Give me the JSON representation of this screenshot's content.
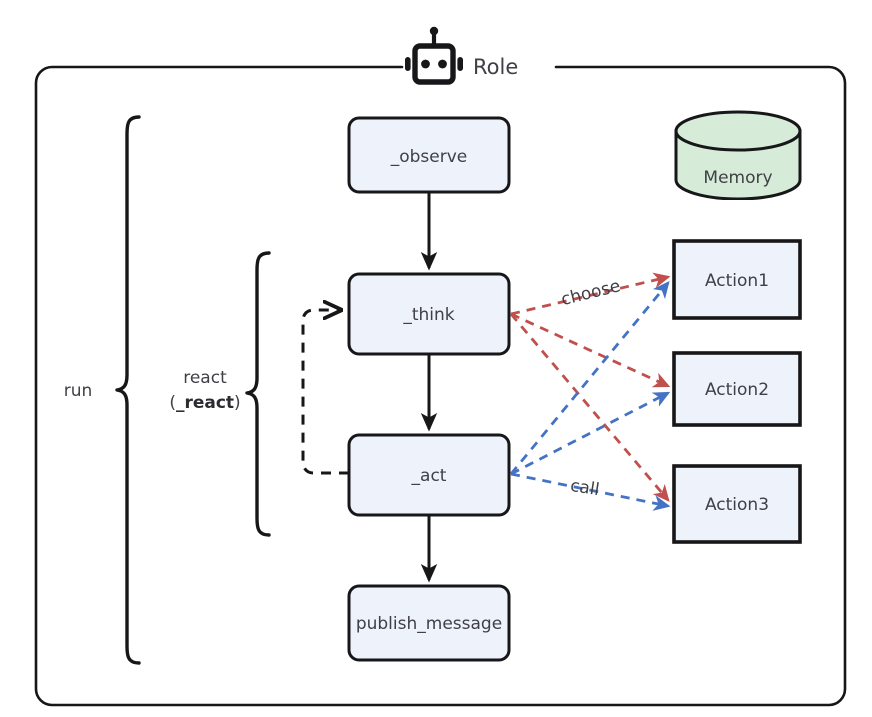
{
  "frame": {
    "title": "Role",
    "icon": "robot-icon",
    "border_color": "#17171a"
  },
  "colors": {
    "node_fill": "#eef2fb",
    "node_stroke": "#17171a",
    "memory_fill": "#d6ecd8",
    "memory_stroke": "#17171a",
    "flow_arrow": "#17171a",
    "loop_arrow": "#17171a",
    "choose_red": "#c0504d",
    "call_blue": "#4472c4",
    "text": "#3f3f46",
    "background": "#ffffff"
  },
  "pipeline": {
    "nodes": [
      {
        "id": "observe",
        "label": "_observe",
        "shape": "rounded-rect"
      },
      {
        "id": "think",
        "label": "_think",
        "shape": "rounded-rect"
      },
      {
        "id": "act",
        "label": "_act",
        "shape": "rounded-rect"
      },
      {
        "id": "publish",
        "label": "publish_message",
        "shape": "rounded-rect"
      }
    ],
    "flow_edges": [
      {
        "from": "observe",
        "to": "think",
        "style": "solid",
        "color": "#17171a"
      },
      {
        "from": "think",
        "to": "act",
        "style": "solid",
        "color": "#17171a"
      },
      {
        "from": "act",
        "to": "publish",
        "style": "solid",
        "color": "#17171a"
      }
    ],
    "loop_edge": {
      "from": "act",
      "to": "think",
      "style": "dashed",
      "color": "#17171a"
    }
  },
  "braces": [
    {
      "id": "run",
      "label": "run",
      "label_bold": "",
      "scope": "observe..publish"
    },
    {
      "id": "react",
      "label": "react",
      "label_paren_open": "(",
      "label_bold": "_react",
      "label_paren_close": ")",
      "scope": "think..act"
    }
  ],
  "memory": {
    "label": "Memory",
    "shape": "cylinder"
  },
  "actions": [
    {
      "id": "action1",
      "label": "Action1",
      "shape": "rect"
    },
    {
      "id": "action2",
      "label": "Action2",
      "shape": "rect"
    },
    {
      "id": "action3",
      "label": "Action3",
      "shape": "rect"
    }
  ],
  "action_edges": [
    {
      "id": "choose",
      "label": "choose",
      "from": "think",
      "to": [
        "action1",
        "action2",
        "action3"
      ],
      "style": "dashed",
      "color": "#c0504d"
    },
    {
      "id": "call",
      "label": "call",
      "from": "act",
      "to": [
        "action1",
        "action2",
        "action3"
      ],
      "style": "dashed",
      "color": "#4472c4"
    }
  ]
}
